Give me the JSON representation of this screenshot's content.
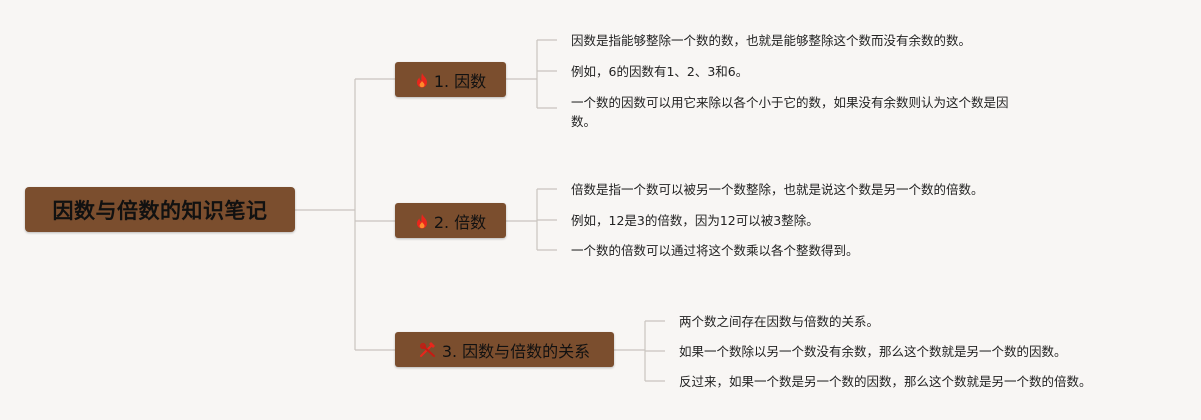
{
  "root": {
    "title": "因数与倍数的知识笔记",
    "color": "#7b4e2e"
  },
  "branches": [
    {
      "icon": "fire-icon",
      "label": "1. 因数",
      "notes": [
        "因数是指能够整除一个数的数，也就是能够整除这个数而没有余数的数。",
        "例如，6的因数有1、2、3和6。",
        "一个数的因数可以用它来除以各个小于它的数，如果没有余数则认为这个数是因",
        "数。"
      ]
    },
    {
      "icon": "fire-icon",
      "label": "2. 倍数",
      "notes": [
        "倍数是指一个数可以被另一个数整除，也就是说这个数是另一个数的倍数。",
        "例如，12是3的倍数，因为12可以被3整除。",
        "一个数的倍数可以通过将这个数乘以各个整数得到。"
      ]
    },
    {
      "icon": "tools-icon",
      "label": "3. 因数与倍数的关系",
      "notes": [
        "两个数之间存在因数与倍数的关系。",
        "如果一个数除以另一个数没有余数，那么这个数就是另一个数的因数。",
        "反过来，如果一个数是另一个数的因数，那么这个数就是另一个数的倍数。"
      ]
    }
  ],
  "colors": {
    "node": "#7b4e2e",
    "line": "#c9c4bf",
    "icon": "#e8261c",
    "background": "#f8f6f4"
  }
}
